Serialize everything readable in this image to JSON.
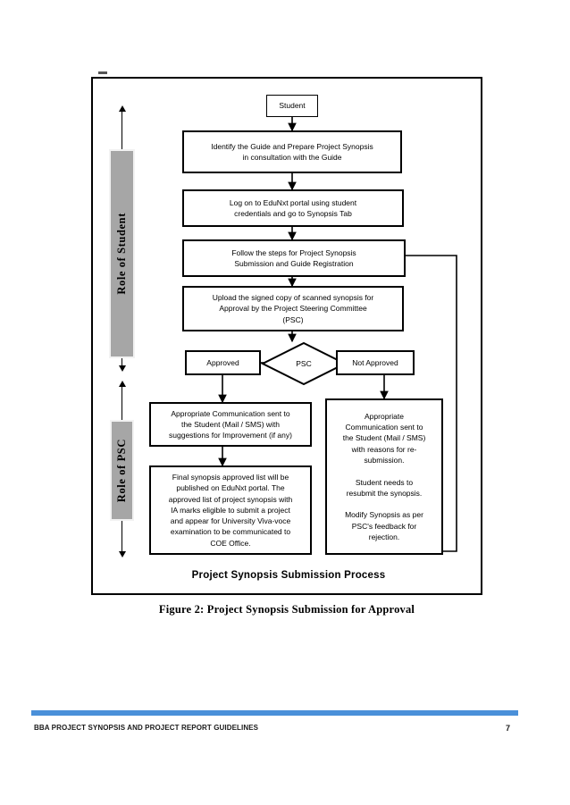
{
  "document": {
    "figure_caption": "Figure 2: Project Synopsis Submission for Approval",
    "inner_title": "Project Synopsis Submission Process"
  },
  "swimlanes": [
    {
      "label": "Role  of  Student"
    },
    {
      "label": "Role of PSC"
    }
  ],
  "flowchart": {
    "type": "flowchart",
    "nodes": [
      {
        "id": "student",
        "shape": "box",
        "label": "Student"
      },
      {
        "id": "identify",
        "shape": "box",
        "label": "Identify the Guide and Prepare Project Synopsis\nin consultation with the Guide"
      },
      {
        "id": "logon",
        "shape": "box",
        "label": "Log on to EduNxt portal using student\ncredentials and go to Synopsis Tab"
      },
      {
        "id": "follow",
        "shape": "box",
        "label": "Follow the steps for Project Synopsis\nSubmission and Guide Registration"
      },
      {
        "id": "upload",
        "shape": "box",
        "label": "Upload the signed copy of scanned synopsis for\nApproval by the Project Steering Committee\n(PSC)"
      },
      {
        "id": "psc",
        "shape": "diamond",
        "label": "PSC"
      },
      {
        "id": "approved",
        "shape": "box",
        "label": "Approved"
      },
      {
        "id": "notapp",
        "shape": "box",
        "label": "Not Approved"
      },
      {
        "id": "comm_ok",
        "shape": "box",
        "label": "Appropriate Communication sent to\nthe Student (Mail / SMS) with\nsuggestions for Improvement (if any)"
      },
      {
        "id": "final",
        "shape": "box",
        "label": "Final synopsis approved list will be\npublished on EduNxt portal. The\napproved list of project synopsis with\nIA marks eligible to submit a project\nand appear for University Viva-voce\nexamination to be communicated to\nCOE Office."
      },
      {
        "id": "comm_no",
        "shape": "box",
        "label": "Appropriate\nCommunication sent to\nthe Student (Mail / SMS)\nwith reasons for re-\nsubmission.\n\nStudent needs to\nresubmit the synopsis.\n\nModify Synopsis as per\nPSC's feedback for\nrejection."
      }
    ],
    "edges": [
      {
        "from": "student",
        "to": "identify"
      },
      {
        "from": "identify",
        "to": "logon"
      },
      {
        "from": "logon",
        "to": "follow"
      },
      {
        "from": "follow",
        "to": "upload"
      },
      {
        "from": "upload",
        "to": "psc"
      },
      {
        "from": "psc",
        "to": "approved"
      },
      {
        "from": "psc",
        "to": "notapp"
      },
      {
        "from": "approved",
        "to": "comm_ok"
      },
      {
        "from": "comm_ok",
        "to": "final"
      },
      {
        "from": "notapp",
        "to": "comm_no"
      },
      {
        "from": "comm_no",
        "to": "follow",
        "style": "feedback-loop"
      }
    ]
  },
  "footer": {
    "text": "BBA PROJECT SYNOPSIS AND PROJECT REPORT GUIDELINES",
    "page": "7",
    "accent_color": "#4a90d9"
  }
}
